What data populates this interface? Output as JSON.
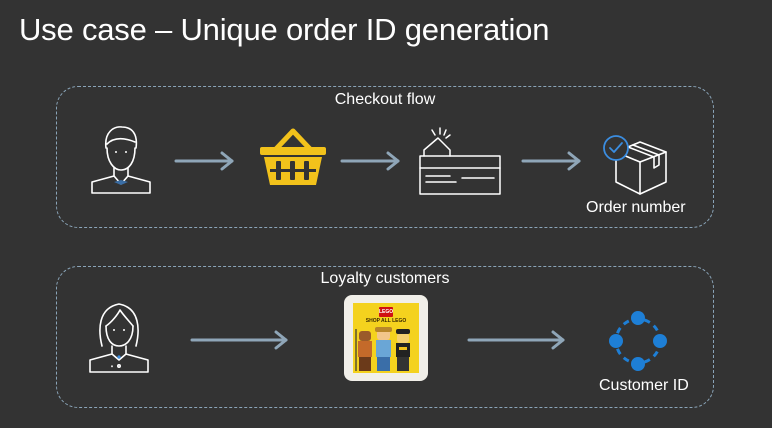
{
  "title": "Use case – Unique order ID generation",
  "checkout": {
    "label": "Checkout flow",
    "steps": [
      "user-icon",
      "shopping-basket-icon",
      "payment-form-icon",
      "package-checked-icon"
    ],
    "result_label": "Order number"
  },
  "loyalty": {
    "label": "Loyalty customers",
    "steps": [
      "user-female-icon",
      "lego-shop-app-icon",
      "identity-network-icon"
    ],
    "app_logo_text": "LEGO",
    "app_banner_text": "SHOP ALL LEGO",
    "result_label": "Customer ID"
  },
  "colors": {
    "background": "#333333",
    "dashed_border": "#8aa4b8",
    "arrow": "#8fa6b8",
    "basket": "#f2c21b",
    "check_blue": "#3b8de0",
    "identity_blue": "#1e7fd6"
  }
}
